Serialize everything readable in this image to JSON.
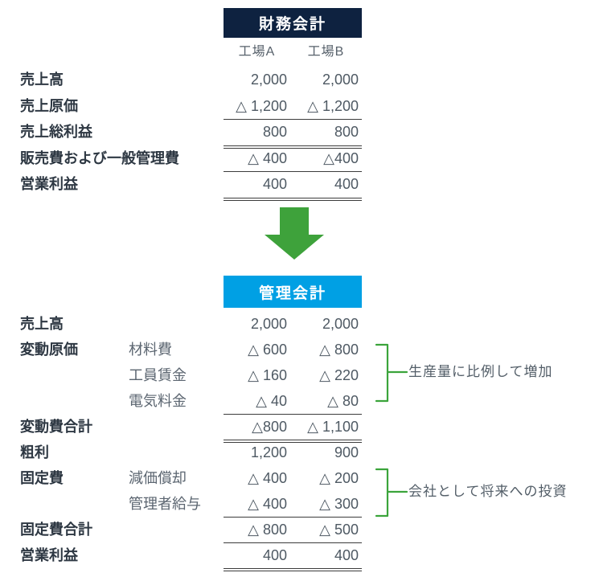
{
  "financial": {
    "title": "財務会計",
    "columns": [
      "工場A",
      "工場B"
    ],
    "rows": [
      {
        "label": "売上高",
        "sub": "",
        "a": "2,000",
        "b": "2,000"
      },
      {
        "label": "売上原価",
        "sub": "",
        "a": "△ 1,200",
        "b": "△ 1,200"
      },
      {
        "label": "売上総利益",
        "sub": "",
        "a": "800",
        "b": "800"
      },
      {
        "label": "販売費および一般管理費",
        "sub": "",
        "a": "△ 400",
        "b": "△400"
      },
      {
        "label": "営業利益",
        "sub": "",
        "a": "400",
        "b": "400"
      }
    ]
  },
  "management": {
    "title": "管理会計",
    "rows": [
      {
        "label": "売上高",
        "sub": "",
        "a": "2,000",
        "b": "2,000"
      },
      {
        "label": "変動原価",
        "sub": "材料費",
        "a": "△ 600",
        "b": "△ 800"
      },
      {
        "label": "",
        "sub": "工員賃金",
        "a": "△ 160",
        "b": "△ 220"
      },
      {
        "label": "",
        "sub": "電気料金",
        "a": "△ 40",
        "b": "△ 80"
      },
      {
        "label": "変動費合計",
        "sub": "",
        "a": "△800",
        "b": "△ 1,100"
      },
      {
        "label": "粗利",
        "sub": "",
        "a": "1,200",
        "b": "900"
      },
      {
        "label": "固定費",
        "sub": "減価償却",
        "a": "△ 400",
        "b": "△ 200"
      },
      {
        "label": "",
        "sub": "管理者給与",
        "a": "△ 400",
        "b": "△ 300"
      },
      {
        "label": "固定費合計",
        "sub": "",
        "a": "△ 800",
        "b": "△ 500"
      },
      {
        "label": "営業利益",
        "sub": "",
        "a": "400",
        "b": "400"
      }
    ]
  },
  "annotations": [
    {
      "text": "生産量に比例して増加"
    },
    {
      "text": "会社として将来への投資"
    }
  ],
  "colors": {
    "navy": "#0E2240",
    "cyan": "#00A0E4",
    "arrow-green": "#3EA23B",
    "brace-green": "#3BA43B",
    "line": "#3C3C3C",
    "label": "#2E3843",
    "subtext": "#5B6570",
    "numtext": "#4E5963",
    "colhead": "#57616B",
    "note": "#535E68"
  }
}
